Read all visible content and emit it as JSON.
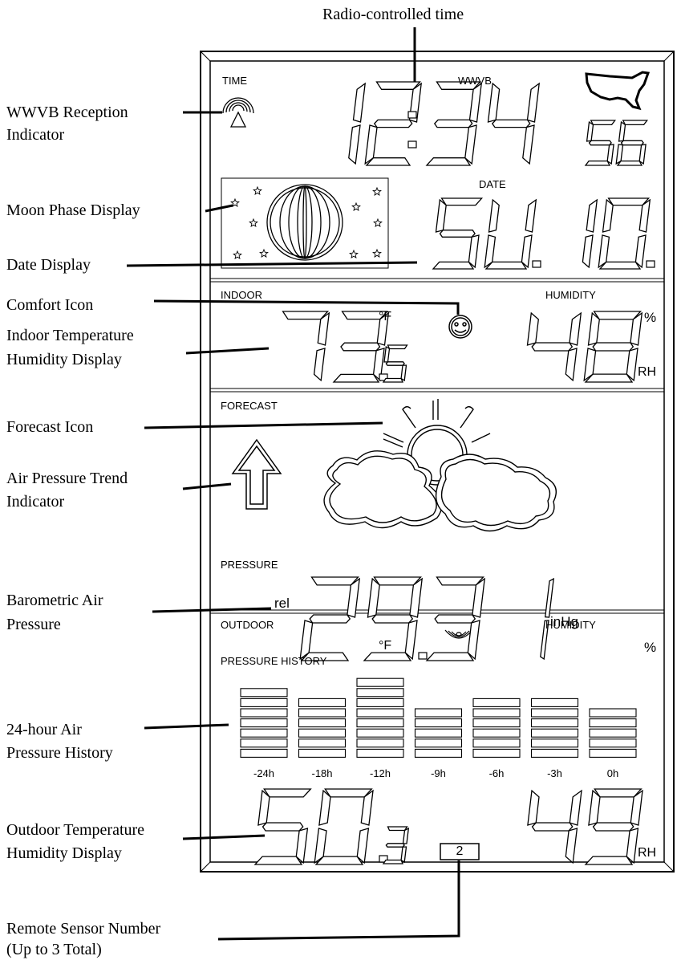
{
  "callouts": {
    "radio_time": "Radio-controlled time",
    "wwvb_line1": "WWVB Reception",
    "wwvb_line2": "Indicator",
    "moon": "Moon Phase Display",
    "date": "Date Display",
    "comfort": "Comfort Icon",
    "indoor_line1": "Indoor Temperature",
    "indoor_line2": "Humidity Display",
    "forecast": "Forecast Icon",
    "trend_line1": "Air Pressure Trend",
    "trend_line2": "Indicator",
    "baro_line1": "Barometric Air",
    "baro_line2": "Pressure",
    "history_line1": "24-hour Air",
    "history_line2": "Pressure History",
    "outdoor_line1": "Outdoor Temperature",
    "outdoor_line2": "Humidity Display",
    "remote_line1": "Remote Sensor Number",
    "remote_line2": "(Up to 3 Total)"
  },
  "panel": {
    "time_label": "TIME",
    "wwvb_label": "WWVB",
    "time_hours": "12",
    "time_minutes": "34",
    "time_seconds": "56",
    "date_label": "DATE",
    "date_day": "SU.",
    "date_number": "10.",
    "indoor_label": "INDOOR",
    "indoor_humidity_label": "HUMIDITY",
    "indoor_temp": "73",
    "indoor_temp_decimal": ".5",
    "temp_unit": "°F",
    "indoor_humidity": "48",
    "percent": "%",
    "rh": "RH",
    "forecast_label": "FORECAST",
    "pressure_label": "PRESSURE",
    "rel_label": "rel",
    "pressure_value": "29.3",
    "pressure_extra_digit": "1",
    "pressure_unit": "inHg",
    "history_label": "PRESSURE HISTORY",
    "outdoor_label": "OUTDOOR",
    "outdoor_humidity_label": "HUMIDITY",
    "outdoor_temp": "50",
    "outdoor_temp_decimal": ".3",
    "outdoor_humidity": "49",
    "remote_sensor_number": "2"
  },
  "chart_data": {
    "type": "bar",
    "categories": [
      "-24h",
      "-18h",
      "-12h",
      "-9h",
      "-6h",
      "-3h",
      "0h"
    ],
    "values": [
      7,
      6,
      8,
      5,
      6,
      6,
      5
    ]
  },
  "colors": {
    "ink": "#000000",
    "paper": "#ffffff"
  }
}
